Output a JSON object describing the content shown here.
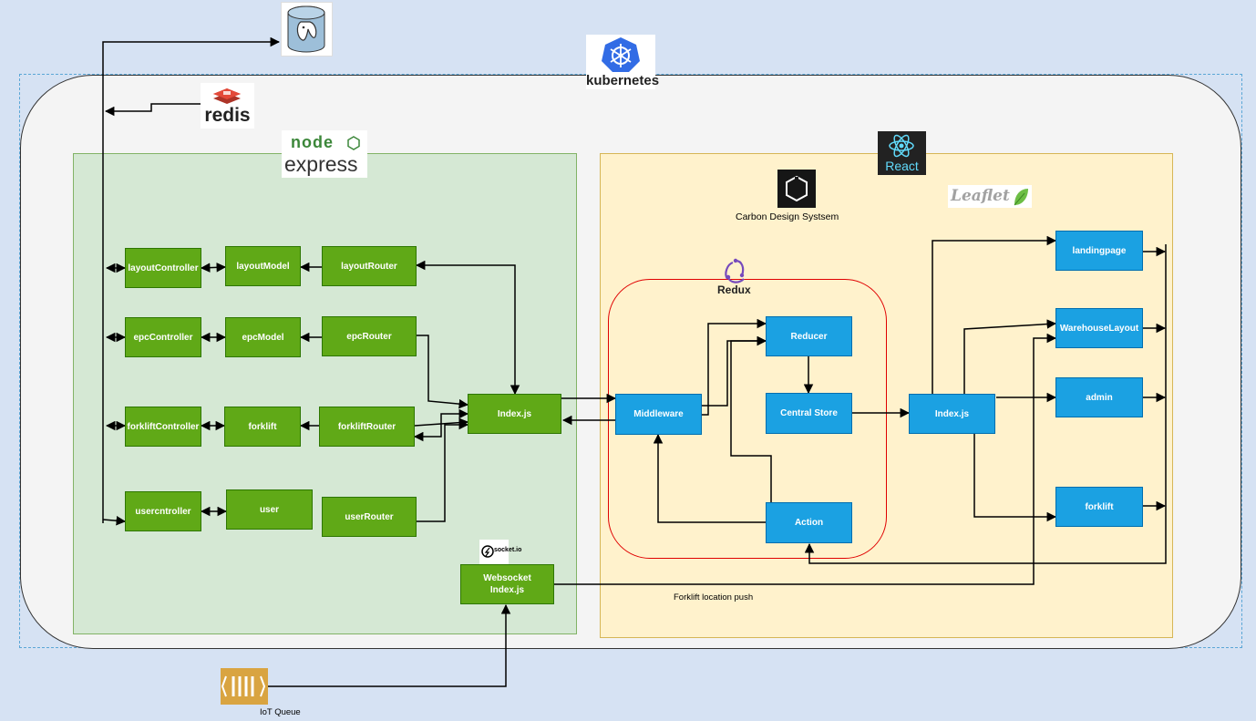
{
  "logos": {
    "kubernetes": "kubernetes",
    "redis": "redis",
    "node": "node",
    "express": "express",
    "react": "React",
    "leaflet": "Leaflet",
    "redux": "Redux",
    "socketio": "socket.io"
  },
  "icons": {
    "database": "postgresql-database-icon",
    "helm": "kubernetes-helm-icon",
    "carbon": "carbon-hexagon-icon",
    "queue": "queue-icon"
  },
  "labels": {
    "carbon": "Carbon Design Systsem",
    "forklift_push": "Forklift location push",
    "iot_queue": "IoT Queue"
  },
  "backend": {
    "layoutController": "layoutController",
    "layoutModel": "layoutModel",
    "layoutRouter": "layoutRouter",
    "epcController": "epcController",
    "epcModel": "epcModel",
    "epcRouter": "epcRouter",
    "forkliftController": "forkliftController",
    "forklift": "forklift",
    "forkliftRouter": "forkliftRouter",
    "usercntroller": "usercntroller",
    "user": "user",
    "userRouter": "userRouter",
    "index": "Index.js",
    "websocket": "Websocket\nIndex.js"
  },
  "frontend": {
    "middleware": "Middleware",
    "reducer": "Reducer",
    "central_store": "Central Store",
    "action": "Action",
    "index": "Index.js",
    "landingpage": "landingpage",
    "warehouse_layout": "WarehouseLayout",
    "admin": "admin",
    "forklift": "forklift"
  },
  "colors": {
    "green_box": "#60a917",
    "blue_box": "#1ba1e2",
    "node_bg": "#d5e8d4",
    "react_bg": "#fff2cc",
    "redux_border": "#e00000",
    "k8s_blue": "#326ce5",
    "redis_red": "#d82c20",
    "queue_orange": "#d9a441"
  }
}
